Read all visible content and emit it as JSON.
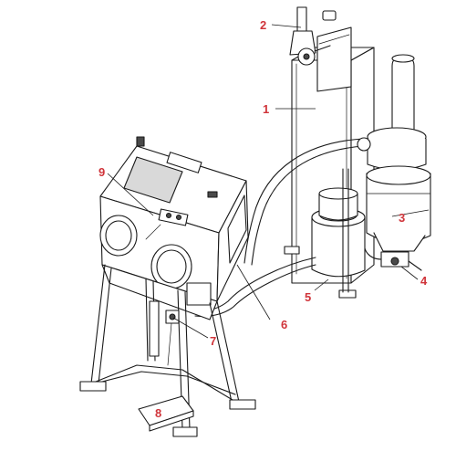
{
  "colors": {
    "label": "#d0343a",
    "line": "#1a1a1a"
  },
  "callouts": [
    {
      "label": "1",
      "target": "blast-column"
    },
    {
      "label": "2",
      "target": "blast-gun-holder"
    },
    {
      "label": "3",
      "target": "dust-collector"
    },
    {
      "label": "4",
      "target": "control-valve"
    },
    {
      "label": "5",
      "target": "abrasive-tank"
    },
    {
      "label": "6",
      "target": "return-hose"
    },
    {
      "label": "7",
      "target": "foot-valve-line"
    },
    {
      "label": "8",
      "target": "foot-pedal"
    },
    {
      "label": "9",
      "target": "cabinet-lamp"
    }
  ]
}
